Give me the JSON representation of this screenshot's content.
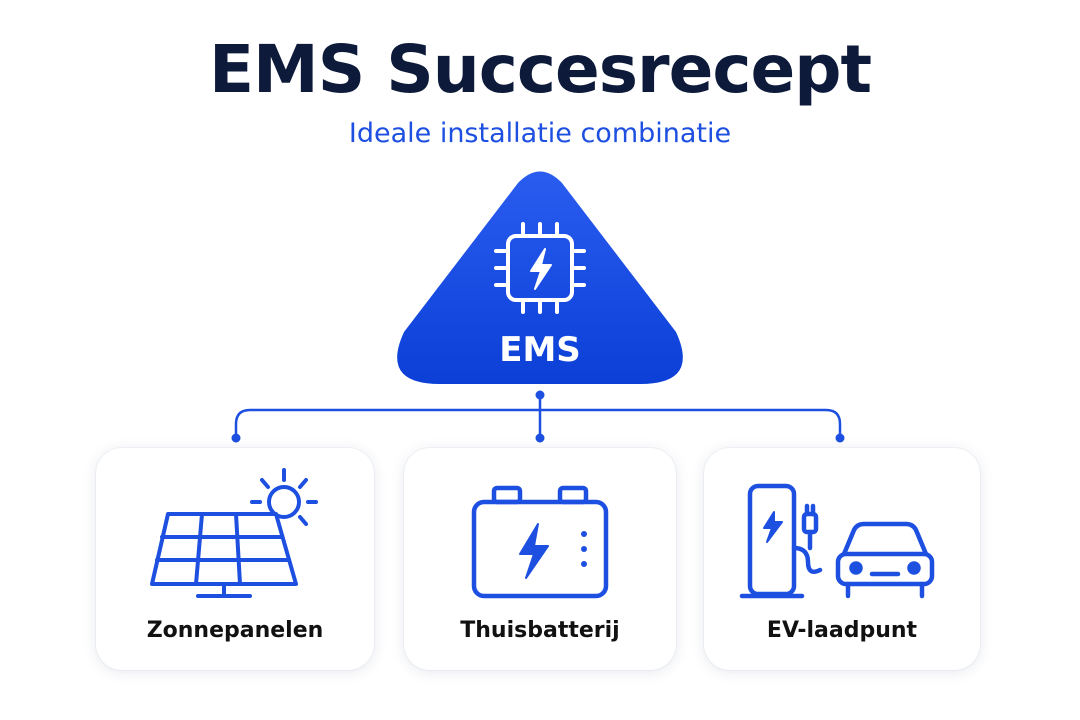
{
  "header": {
    "title": "EMS Succesrecept",
    "subtitle": "Ideale installatie combinatie"
  },
  "hub": {
    "label": "EMS",
    "icon": "chip-lightning-icon"
  },
  "components": [
    {
      "label": "Zonnepanelen",
      "icon": "solar-panel-icon"
    },
    {
      "label": "Thuisbatterij",
      "icon": "home-battery-icon"
    },
    {
      "label": "EV-laadpunt",
      "icon": "ev-charger-icon"
    }
  ],
  "colors": {
    "accent": "#1d4fe0",
    "title": "#0d1a3a",
    "hub_gradient_top": "#2a5cf0",
    "hub_gradient_bottom": "#0b3fd6"
  }
}
